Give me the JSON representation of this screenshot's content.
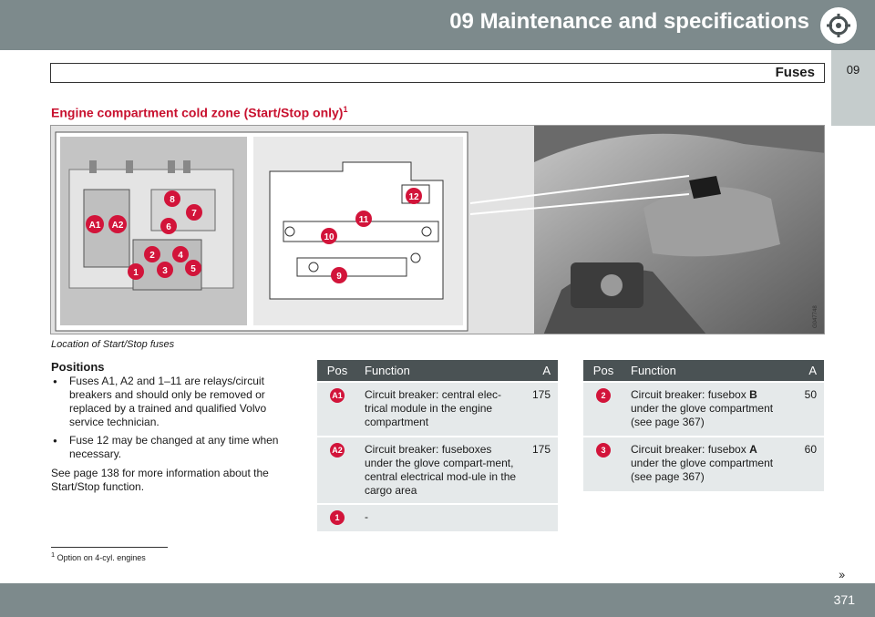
{
  "header": {
    "chapter_title": "09 Maintenance and specifications",
    "icon": "wrench-gear-icon"
  },
  "side_tab": {
    "label": "09"
  },
  "section": {
    "title": "Fuses"
  },
  "subtitle": {
    "text": "Engine compartment cold zone (Start/Stop only)",
    "footnote_ref": "1"
  },
  "figure": {
    "code": "G047748",
    "fuse_labels": [
      "A1",
      "A2",
      "1",
      "2",
      "3",
      "4",
      "5",
      "6",
      "7",
      "8",
      "9",
      "10",
      "11",
      "12"
    ]
  },
  "caption": "Location of Start/Stop fuses",
  "positions": {
    "heading": "Positions",
    "bullets": [
      "Fuses A1, A2 and 1–11 are relays/circuit breakers and should only be removed or replaced by a trained and qualified Volvo service technician.",
      "Fuse 12 may be changed at any time when necessary."
    ],
    "note": "See page 138 for more information about the Start/Stop function."
  },
  "table_headers": {
    "pos": "Pos",
    "function": "Function",
    "amp": "A"
  },
  "table_left": [
    {
      "pos": "A1",
      "function": "Circuit breaker: central elec-trical module in the engine compartment",
      "amp": "175"
    },
    {
      "pos": "A2",
      "function": "Circuit breaker: fuseboxes under the glove compart-ment, central electrical mod-ule in the cargo area",
      "amp": "175"
    },
    {
      "pos": "1",
      "function": "-",
      "amp": ""
    }
  ],
  "table_right": [
    {
      "pos": "2",
      "function_pre": "Circuit breaker: fusebox ",
      "function_bold": "B",
      "function_post": " under the glove compartment (see page 367)",
      "amp": "50"
    },
    {
      "pos": "3",
      "function_pre": "Circuit breaker: fusebox ",
      "function_bold": "A",
      "function_post": " under the glove compartment (see page 367)",
      "amp": "60"
    }
  ],
  "footnote": {
    "ref": "1",
    "text": " Option on 4-cyl. engines"
  },
  "footer": {
    "page_number": "371",
    "next_icon": "››"
  },
  "colors": {
    "bar": "#7d8a8c",
    "accent_red": "#c8102e",
    "table_header": "#4a5254",
    "table_cell": "#e5e9ea"
  }
}
